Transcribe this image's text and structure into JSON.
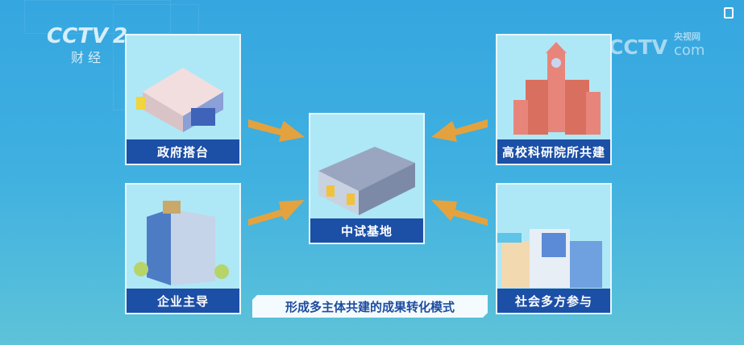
{
  "channel_logo": {
    "brand": "CCTV",
    "number": "2",
    "name": "财 经"
  },
  "watermark": {
    "brand": "CCTV",
    "sub": "央视网",
    "domain": "com"
  },
  "cards": {
    "government": "政府搭台",
    "enterprise": "企业主导",
    "center": "中试基地",
    "university": "高校科研院所共建",
    "society": "社会多方参与"
  },
  "caption": "形成多主体共建的成果转化模式",
  "colors": {
    "label_bg": "#1c4fa6",
    "card_bg": "#aee8f6",
    "arrow": "#f5a12c"
  }
}
